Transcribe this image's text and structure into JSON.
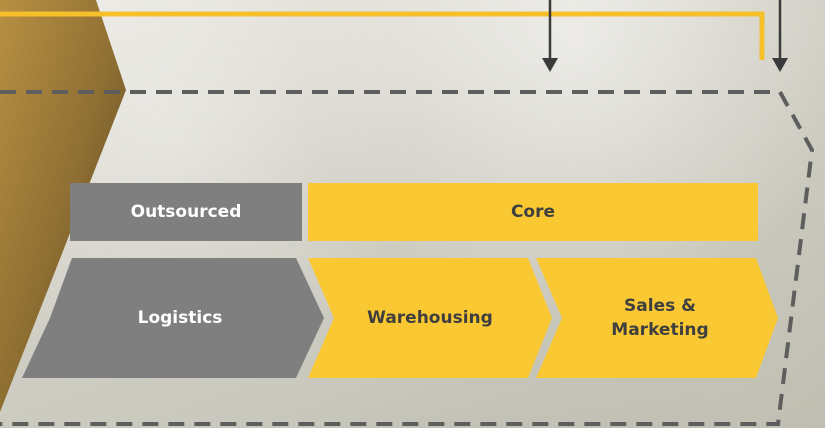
{
  "colors": {
    "gray": "#7f7f80",
    "yellow": "#f9c833",
    "line_yellow": "#f6c02b",
    "arrow": "#3a3a3a",
    "dashed": "#5e5e5e",
    "label_light": "#ffffff",
    "label_dark": "#3f3f3f"
  },
  "headers": {
    "outsourced": "Outsourced",
    "core": "Core"
  },
  "chain": {
    "logistics": "Logistics",
    "warehousing": "Warehousing",
    "sales_marketing": "Sales & Marketing"
  }
}
